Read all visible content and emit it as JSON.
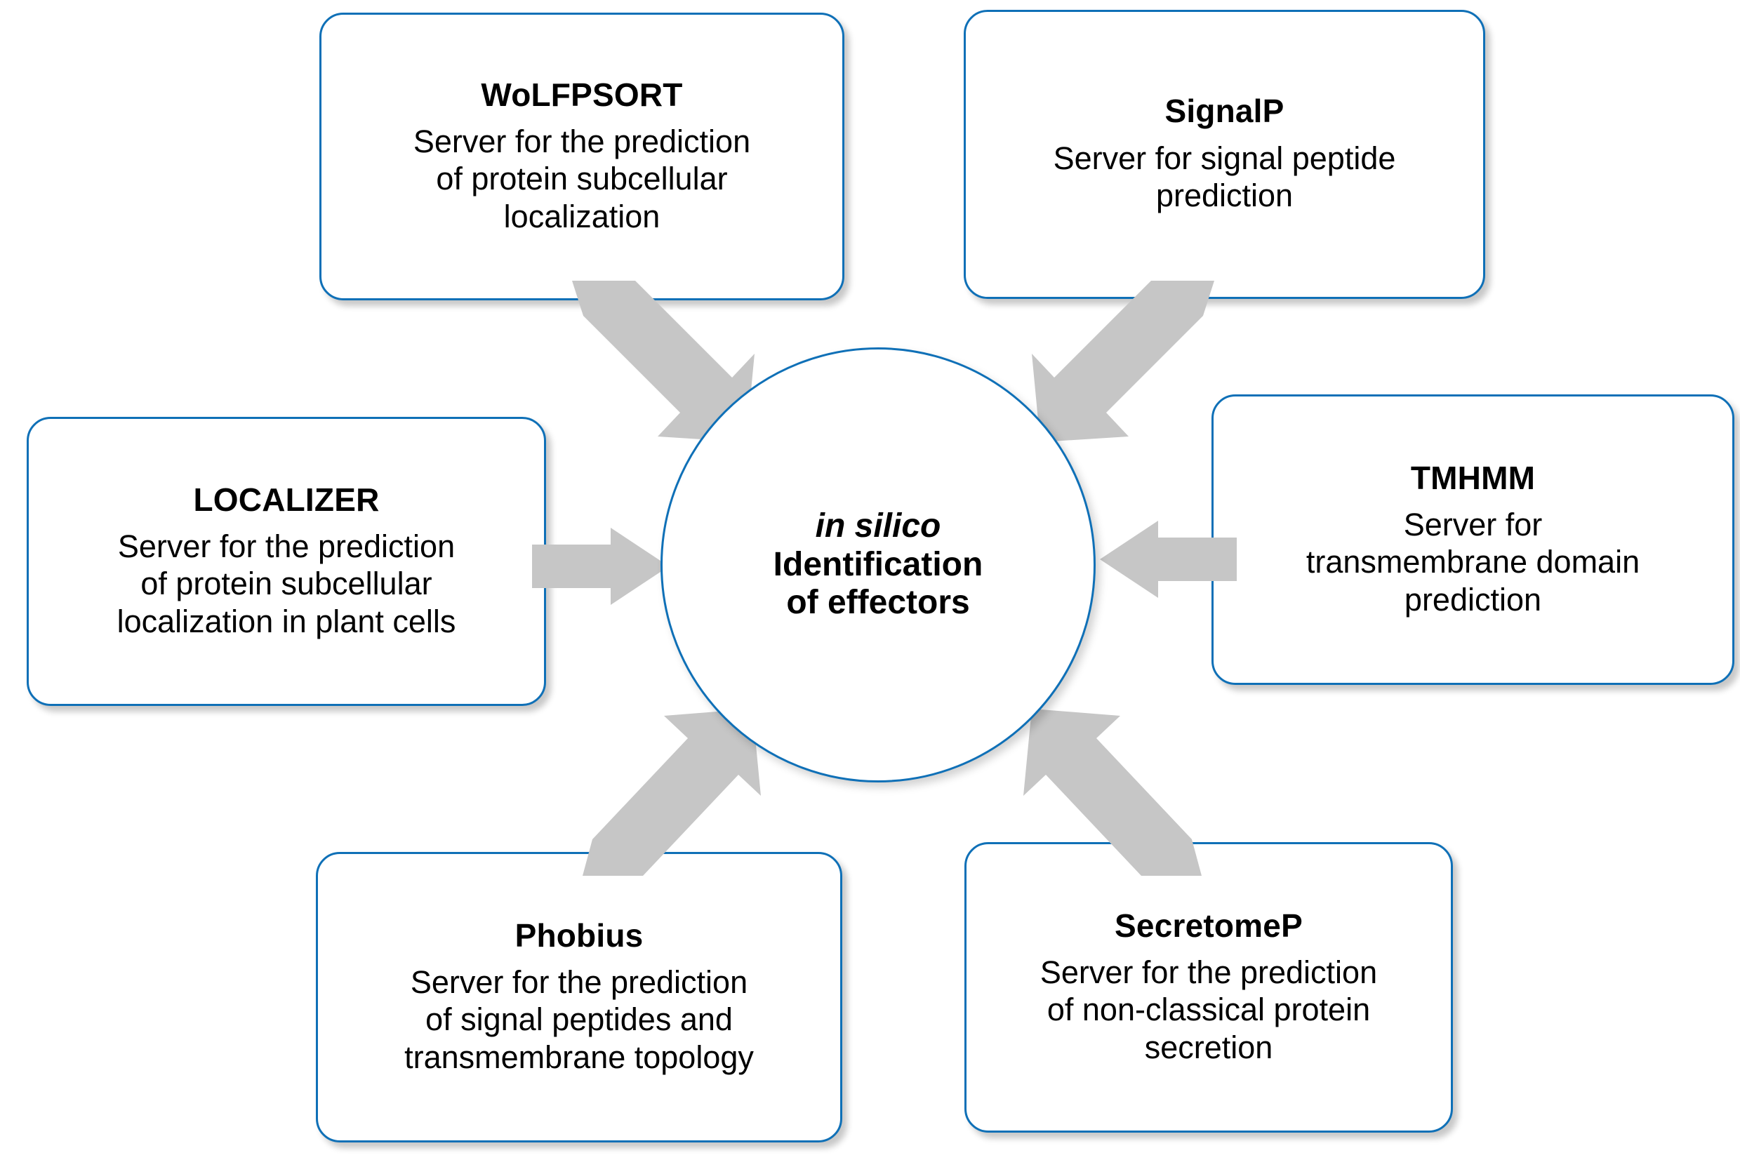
{
  "diagram": {
    "center": {
      "line1": "in silico",
      "line2": "Identification",
      "line3": "of effectors"
    },
    "colors": {
      "box_border": "#0f70b7",
      "arrow_fill": "#c6c6c6",
      "text": "#000000",
      "background": "#ffffff"
    },
    "boxes": [
      {
        "id": "wolfpsort",
        "title": "WoLFPSORT",
        "description": "Server for the prediction\nof protein subcellular\nlocalization",
        "position": "top-left"
      },
      {
        "id": "signalp",
        "title": "SignalP",
        "description": "Server for signal peptide\nprediction",
        "position": "top-right"
      },
      {
        "id": "localizer",
        "title": "LOCALIZER",
        "description": "Server for the prediction\nof protein subcellular\nlocalization in plant cells",
        "position": "middle-left"
      },
      {
        "id": "tmhmm",
        "title": "TMHMM",
        "description": "Server for\ntransmembrane  domain\nprediction",
        "position": "middle-right"
      },
      {
        "id": "phobius",
        "title": "Phobius",
        "description": "Server for the prediction\nof signal peptides and\ntransmembrane  topology",
        "position": "bottom-left"
      },
      {
        "id": "secretomep",
        "title": "SecretomeP",
        "description": "Server for the prediction\nof non-classical protein\nsecretion",
        "position": "bottom-right"
      }
    ],
    "arrows": [
      {
        "id": "wolfpsort-to-center",
        "from": "WoLFPSORT",
        "to": "center",
        "direction": "down-right"
      },
      {
        "id": "signalp-to-center",
        "from": "SignalP",
        "to": "center",
        "direction": "down-left"
      },
      {
        "id": "localizer-to-center",
        "from": "LOCALIZER",
        "to": "center",
        "direction": "right"
      },
      {
        "id": "tmhmm-to-center",
        "from": "TMHMM",
        "to": "center",
        "direction": "left"
      },
      {
        "id": "phobius-to-center",
        "from": "Phobius",
        "to": "center",
        "direction": "up-right"
      },
      {
        "id": "secretomep-to-center",
        "from": "SecretomeP",
        "to": "center",
        "direction": "up-left"
      }
    ]
  }
}
